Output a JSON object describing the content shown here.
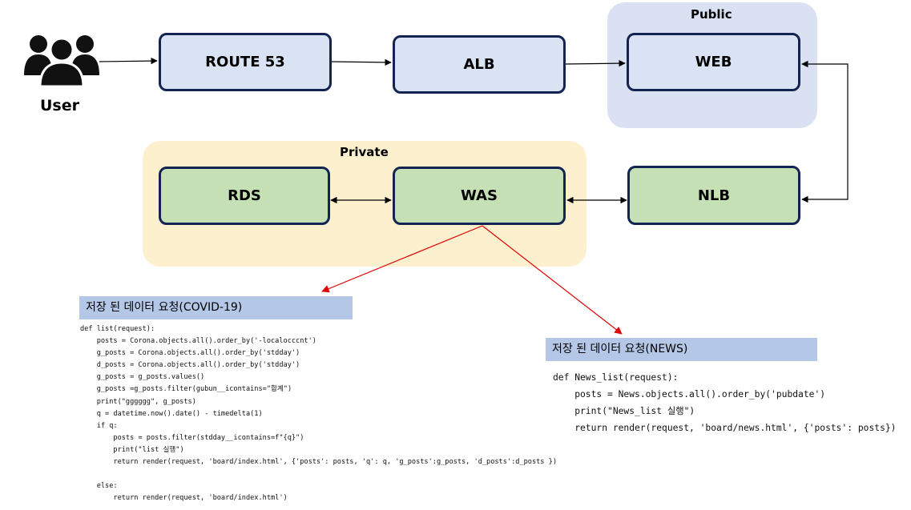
{
  "user": {
    "label": "User"
  },
  "zones": {
    "public": "Public",
    "private": "Private"
  },
  "nodes": {
    "route53": "ROUTE 53",
    "alb": "ALB",
    "web": "WEB",
    "nlb": "NLB",
    "was": "WAS",
    "rds": "RDS"
  },
  "colors": {
    "node_border": "#142452",
    "blue_fill": "#dae3f3",
    "green_fill": "#c5e0b4",
    "public_zone": "#d9e1f2",
    "private_zone": "#fdf0cf",
    "request_arrow": "#e00000",
    "code_header": "#b4c7e7"
  },
  "covid": {
    "header": "저장 된 데이터 요청(COVID-19)",
    "code": [
      "def list(request):",
      "    posts = Corona.objects.all().order_by('-localocccnt')",
      "    g_posts = Corona.objects.all().order_by('stdday')",
      "    d_posts = Corona.objects.all().order_by('stdday')",
      "    g_posts = g_posts.values()",
      "    g_posts =g_posts.filter(gubun__icontains=\"합계\")",
      "    print(\"gggggg\", g_posts)",
      "    q = datetime.now().date() - timedelta(1)",
      "    if q:",
      "        posts = posts.filter(stdday__icontains=f\"{q}\")",
      "        print(\"list 실행\")",
      "        return render(request, 'board/index.html', {'posts': posts, 'q': q, 'g_posts':g_posts, 'd_posts':d_posts })",
      "",
      "    else:",
      "        return render(request, 'board/index.html')"
    ]
  },
  "news": {
    "header": "저장 된 데이터 요청(NEWS)",
    "code": [
      "def News_list(request):",
      "    posts = News.objects.all().order_by('pubdate')",
      "    print(\"News_list 실행\")",
      "    return render(request, 'board/news.html', {'posts': posts})"
    ]
  }
}
